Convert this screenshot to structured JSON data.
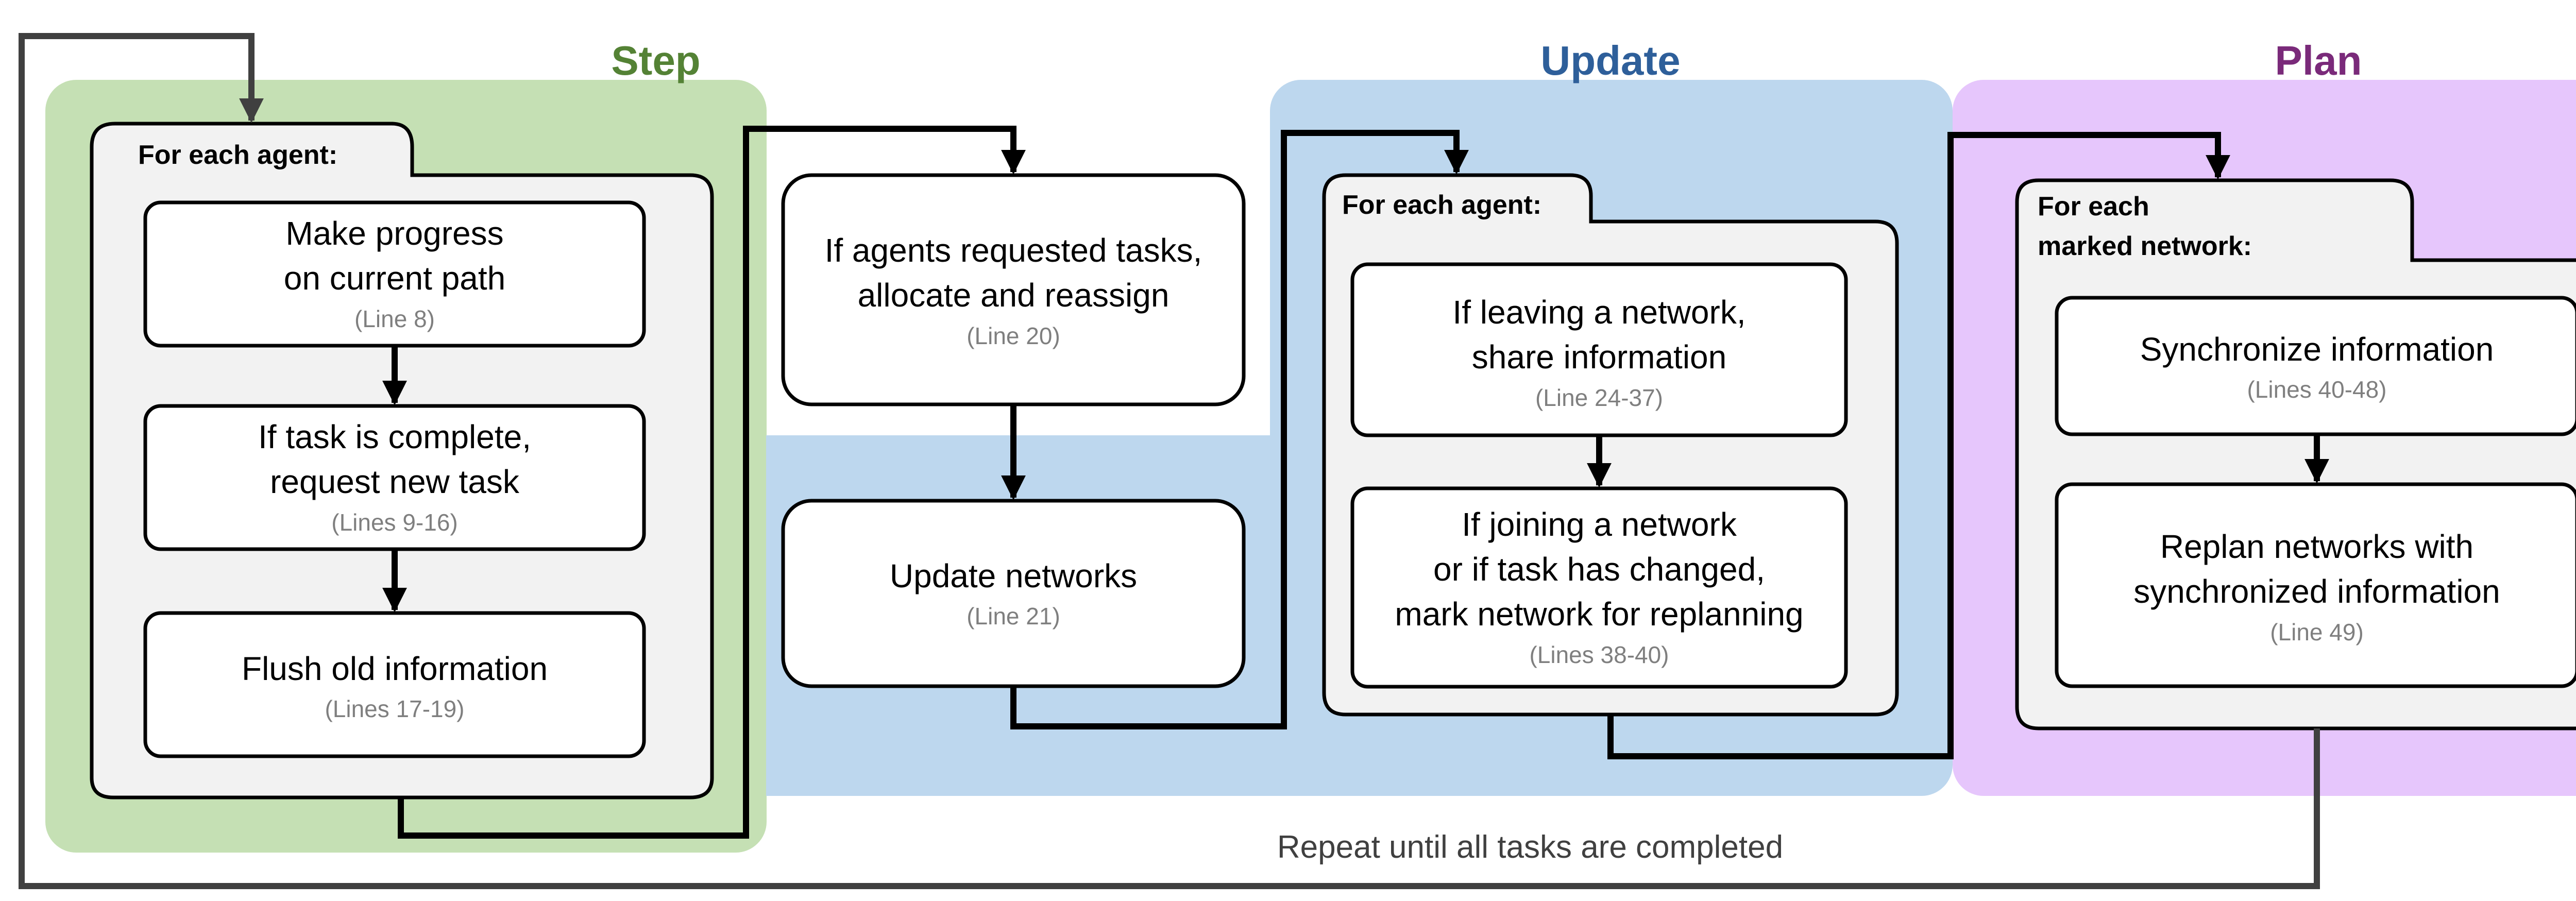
{
  "colors": {
    "step_bg": "#c5e0b4",
    "update_bg": "#bdd7ee",
    "plan_bg": "#e6c6fc",
    "step_title": "#548235",
    "update_title": "#2e5f9a",
    "plan_title": "#7a2a7a",
    "folder_fill": "#f2f2f2",
    "box_fill": "#ffffff",
    "subtext": "#7f7f7f",
    "loop_line": "#404040"
  },
  "phases": {
    "step": "Step",
    "update": "Update",
    "plan": "Plan"
  },
  "step": {
    "folder_label": "For each agent:",
    "box1": {
      "line1": "Make progress",
      "line2": "on current path",
      "ref": "(Line 8)"
    },
    "box2": {
      "line1": "If task is complete,",
      "line2": "request new task",
      "ref": "(Lines 9-16)"
    },
    "box3": {
      "line1": "Flush old information",
      "ref": "(Lines 17-19)"
    }
  },
  "allocate": {
    "line1": "If agents requested tasks,",
    "line2": "allocate and reassign",
    "ref": "(Line 20)"
  },
  "update_networks": {
    "line1": "Update networks",
    "ref": "(Line 21)"
  },
  "update": {
    "folder_label": "For each agent:",
    "box1": {
      "line1": "If leaving a network,",
      "line2": "share information",
      "ref": "(Line 24-37)"
    },
    "box2": {
      "line1": "If joining a network",
      "line2": "or if task has changed,",
      "line3": "mark network for replanning",
      "ref": "(Lines 38-40)"
    }
  },
  "plan": {
    "folder_label_1": "For each",
    "folder_label_2": "marked network:",
    "box1": {
      "line1": "Synchronize information",
      "ref": "(Lines 40-48)"
    },
    "box2": {
      "line1": "Replan networks with",
      "line2": "synchronized information",
      "ref": "(Line 49)"
    }
  },
  "repeat_label": "Repeat until all tasks are completed"
}
